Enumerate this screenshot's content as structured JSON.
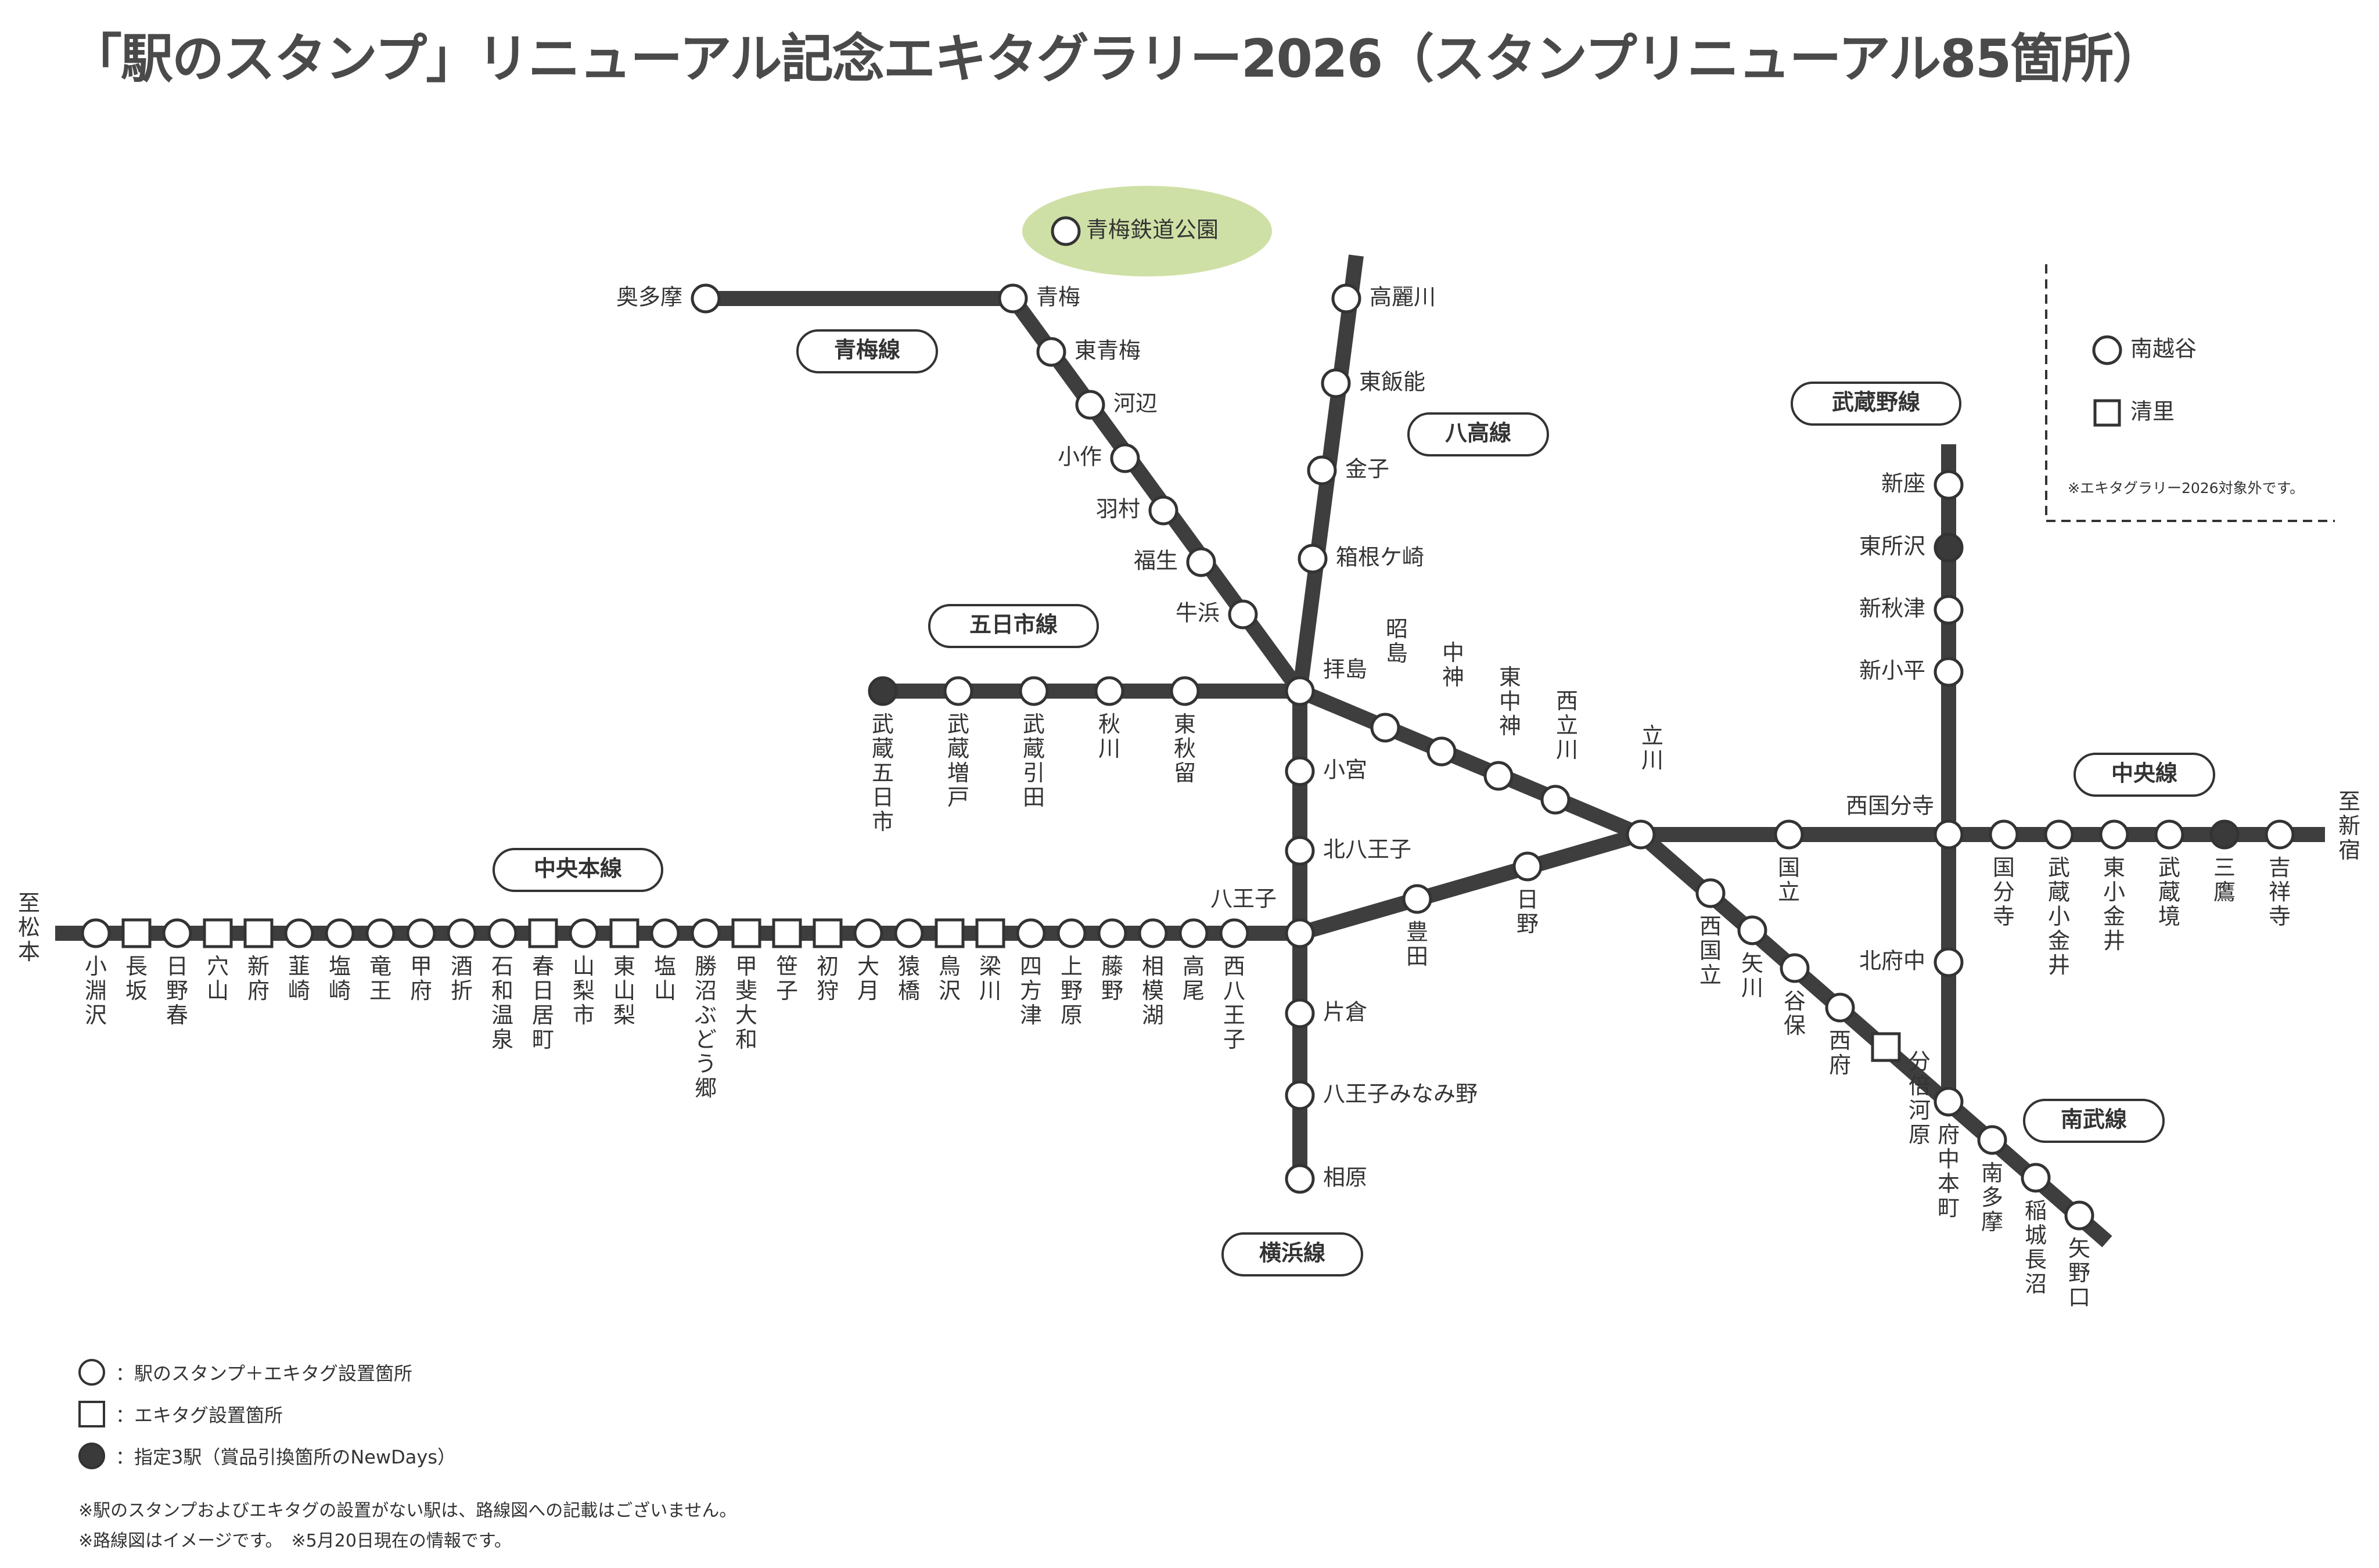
{
  "title": "「駅のスタンプ」リニューアル記念エキタグラリー2026（スタンプリニューアル85箇所）",
  "colors": {
    "line": "#3e3e3e",
    "highlight": "#cfe0a6",
    "text": "#333333"
  },
  "line_labels": {
    "ome": "青梅線",
    "itsukaichi": "五日市線",
    "hachiko": "八高線",
    "musashino": "武蔵野線",
    "chuo_honsen": "中央本線",
    "chuo": "中央線",
    "nambu": "南武線",
    "yokohama": "横浜線"
  },
  "highlight_station": "青梅鉄道公園",
  "directions": {
    "matsumoto": "至松本",
    "shinjuku": "至新宿"
  },
  "inset": {
    "circle_label": "南越谷",
    "square_label": "清里",
    "note": "※エキタグラリー2026対象外です。"
  },
  "stations": {
    "okutama": "奥多摩",
    "ome": "青梅",
    "higashi_ome": "東青梅",
    "kabe": "河辺",
    "ozaku": "小作",
    "hamura": "羽村",
    "fussa": "福生",
    "ushihama": "牛浜",
    "haijima": "拝島",
    "komiya": "小宮",
    "kitahachioji": "北八王子",
    "hachioji": "八王子",
    "katakura": "片倉",
    "hachioji_minamino": "八王子みなみ野",
    "aihara": "相原",
    "komagawa": "高麗川",
    "higashihanno": "東飯能",
    "kaneko": "金子",
    "hakonegasaki": "箱根ケ崎",
    "musashi_itsukaichi": "武蔵五日市",
    "musashi_masuko": "武蔵増戸",
    "musashi_hikida": "武蔵引田",
    "akigawa": "秋川",
    "higashi_akiru": "東秋留",
    "akishima": "昭島",
    "nakagami": "中神",
    "higashi_nakagami": "東中神",
    "nishi_tachikawa": "西立川",
    "tachikawa": "立川",
    "hino": "日野",
    "toyoda": "豊田",
    "kunitachi": "国立",
    "nishi_kokubunji": "西国分寺",
    "kokubunji": "国分寺",
    "musashi_koganei": "武蔵小金井",
    "higashi_koganei": "東小金井",
    "musashi_sakai": "武蔵境",
    "mitaka": "三鷹",
    "kichijoji": "吉祥寺",
    "shinza": "新座",
    "higashi_tokorozawa": "東所沢",
    "shin_akitsu": "新秋津",
    "shin_kodaira": "新小平",
    "kita_fuchu": "北府中",
    "nishi_kunitachi": "西国立",
    "yagawa": "矢川",
    "yaho": "谷保",
    "nishifu": "西府",
    "bubaigawara": "分倍河原",
    "fuchu_hommachi": "府中本町",
    "minami_tama": "南多摩",
    "inagi_naganuma": "稲城長沼",
    "yanokuchi": "矢野口",
    "kobuchisawa": "小淵沢",
    "nagasaka": "長坂",
    "hinoharu": "日野春",
    "anayama": "穴山",
    "shimpu": "新府",
    "nirasaki": "韮崎",
    "shiozaki": "塩崎",
    "ryuo": "竜王",
    "kofu": "甲府",
    "sakaori": "酒折",
    "isawa_onsen": "石和温泉",
    "kasugaicho": "春日居町",
    "yamanashishi": "山梨市",
    "higashi_yamanashi": "東山梨",
    "enzan": "塩山",
    "katsunuma_budokyo": "勝沼ぶどう郷",
    "kai_yamato": "甲斐大和",
    "sasago": "笹子",
    "hatsukari": "初狩",
    "otsuki": "大月",
    "saruhashi": "猿橋",
    "torisawa": "鳥沢",
    "yanagawa": "梁川",
    "shikatsu": "四方津",
    "uenohara": "上野原",
    "fujino": "藤野",
    "sagamiko": "相模湖",
    "takao": "高尾",
    "nishi_hachioji": "西八王子"
  },
  "legend": [
    {
      "symbol": "circle",
      "label": "：駅のスタンプ＋エキタグ設置箇所"
    },
    {
      "symbol": "square",
      "label": "：エキタグ設置箇所"
    },
    {
      "symbol": "filled",
      "label": "：指定3駅（賞品引換箇所のNewDays）"
    }
  ],
  "notes": [
    "※駅のスタンプおよびエキタグの設置がない駅は、路線図への記載はございません。",
    "※路線図はイメージです。　※5月20日現在の情報です。"
  ]
}
